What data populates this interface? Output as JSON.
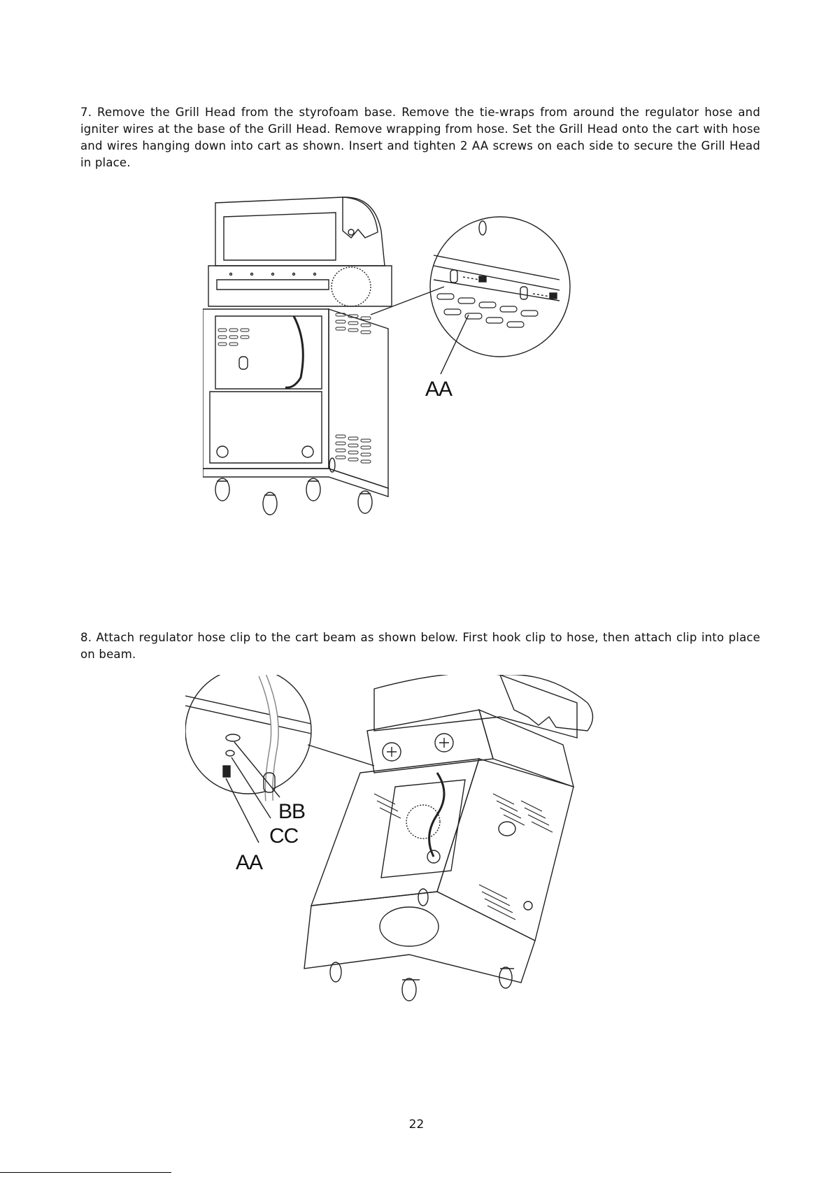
{
  "steps": [
    {
      "text": "7. Remove the Grill Head from the styrofoam base. Remove the tie-wraps from around the regulator hose and igniter wires at the base of the Grill Head. Remove wrapping from hose. Set the Grill Head onto the cart with hose and wires hanging down into cart as shown. Insert and tighten 2 AA screws on each side to secure the Grill Head in place."
    },
    {
      "text": "8. Attach regulator hose clip to the cart beam as shown below. First hook clip to hose, then attach clip into place on beam."
    }
  ],
  "figures": [
    {
      "callouts": [
        "AA"
      ]
    },
    {
      "callouts": [
        "BB",
        "CC",
        "AA"
      ]
    }
  ],
  "page_number": "22"
}
